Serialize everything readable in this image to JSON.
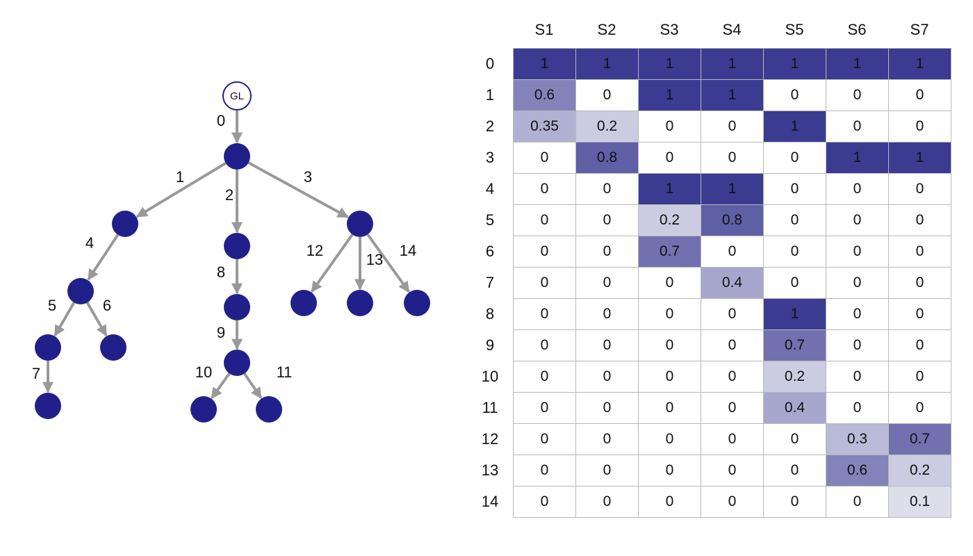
{
  "tree": {
    "root_label": "GL",
    "edge_labels": [
      "0",
      "1",
      "2",
      "3",
      "4",
      "5",
      "6",
      "7",
      "8",
      "9",
      "10",
      "11",
      "12",
      "13",
      "14"
    ],
    "node_color": "#21208a",
    "edge_color": "#999999"
  },
  "table": {
    "columns": [
      "S1",
      "S2",
      "S3",
      "S4",
      "S5",
      "S6",
      "S7"
    ],
    "rows": [
      "0",
      "1",
      "2",
      "3",
      "4",
      "5",
      "6",
      "7",
      "8",
      "9",
      "10",
      "11",
      "12",
      "13",
      "14"
    ],
    "cells": [
      [
        "1",
        "1",
        "1",
        "1",
        "1",
        "1",
        "1"
      ],
      [
        "0.6",
        "0",
        "1",
        "1",
        "0",
        "0",
        "0"
      ],
      [
        "0.35",
        "0.2",
        "0",
        "0",
        "1",
        "0",
        "0"
      ],
      [
        "0",
        "0.8",
        "0",
        "0",
        "0",
        "1",
        "1"
      ],
      [
        "0",
        "0",
        "1",
        "1",
        "0",
        "0",
        "0"
      ],
      [
        "0",
        "0",
        "0.2",
        "0.8",
        "0",
        "0",
        "0"
      ],
      [
        "0",
        "0",
        "0.7",
        "0",
        "0",
        "0",
        "0"
      ],
      [
        "0",
        "0",
        "0",
        "0.4",
        "0",
        "0",
        "0"
      ],
      [
        "0",
        "0",
        "0",
        "0",
        "1",
        "0",
        "0"
      ],
      [
        "0",
        "0",
        "0",
        "0",
        "0.7",
        "0",
        "0"
      ],
      [
        "0",
        "0",
        "0",
        "0",
        "0.2",
        "0",
        "0"
      ],
      [
        "0",
        "0",
        "0",
        "0",
        "0.4",
        "0",
        "0"
      ],
      [
        "0",
        "0",
        "0",
        "0",
        "0",
        "0.3",
        "0.7"
      ],
      [
        "0",
        "0",
        "0",
        "0",
        "0",
        "0.6",
        "0.2"
      ],
      [
        "0",
        "0",
        "0",
        "0",
        "0",
        "0",
        "0.1"
      ]
    ],
    "heat_color": "#3b3b92"
  }
}
